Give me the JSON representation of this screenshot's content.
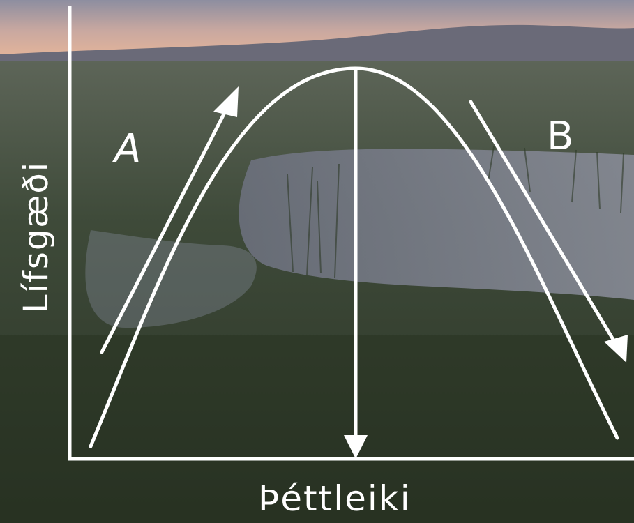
{
  "diagram": {
    "x_axis_label": "Þéttleiki",
    "y_axis_label": "Lífsgæði",
    "label_a": "A",
    "label_b": "B",
    "line_color": "#ffffff",
    "background": "wetland landscape photo at dusk"
  }
}
